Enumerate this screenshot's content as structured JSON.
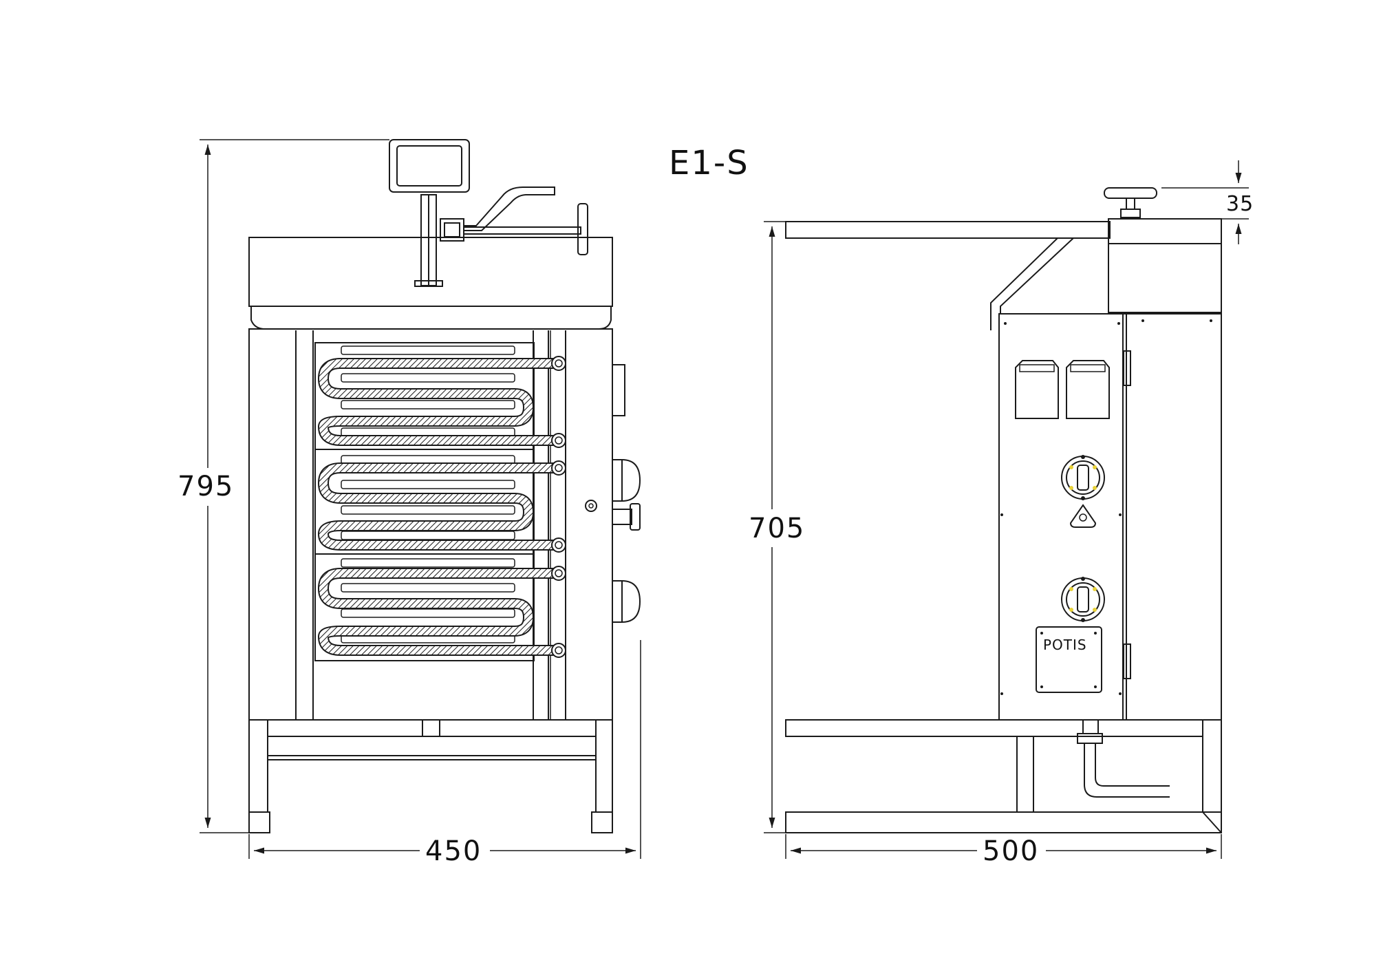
{
  "drawing": {
    "model_title": "E1-S",
    "brand_plate": "POTIS",
    "front_view": {
      "height_label": "795",
      "width_label": "450"
    },
    "side_view": {
      "height_label": "705",
      "depth_label": "500",
      "top_offset_label": "35"
    },
    "colors": {
      "line": "#1a1a1a",
      "indicator": "#e8d23a"
    }
  }
}
